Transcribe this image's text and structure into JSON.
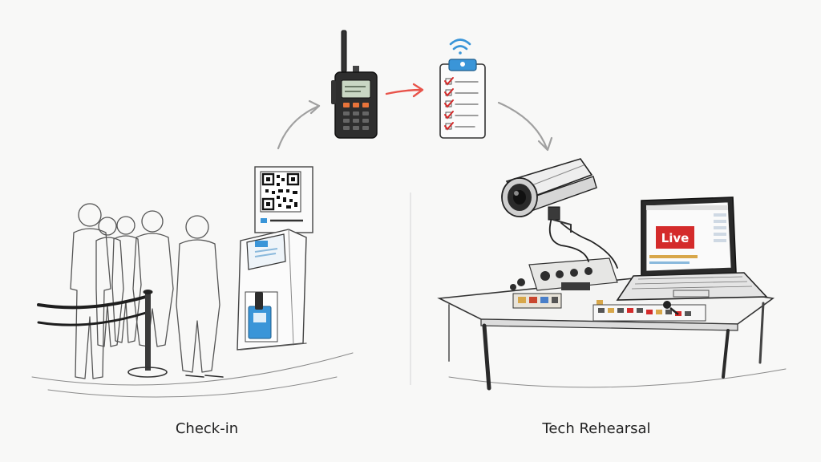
{
  "captions": {
    "checkin": "Check-in",
    "tech_rehearsal": "Tech Rehearsal"
  },
  "screen_badge": {
    "live": "Live"
  },
  "colors": {
    "accent_red": "#e8534a",
    "accent_blue": "#3a95d8",
    "live_red": "#d42b2b",
    "arrow_gray": "#a0a0a0"
  },
  "icons": {
    "walkie_talkie": "walkie-talkie-icon",
    "checklist": "clipboard-checklist-icon",
    "wifi": "wifi-icon",
    "camera": "security-camera-icon",
    "laptop": "laptop-icon",
    "qr": "qr-code-icon"
  }
}
